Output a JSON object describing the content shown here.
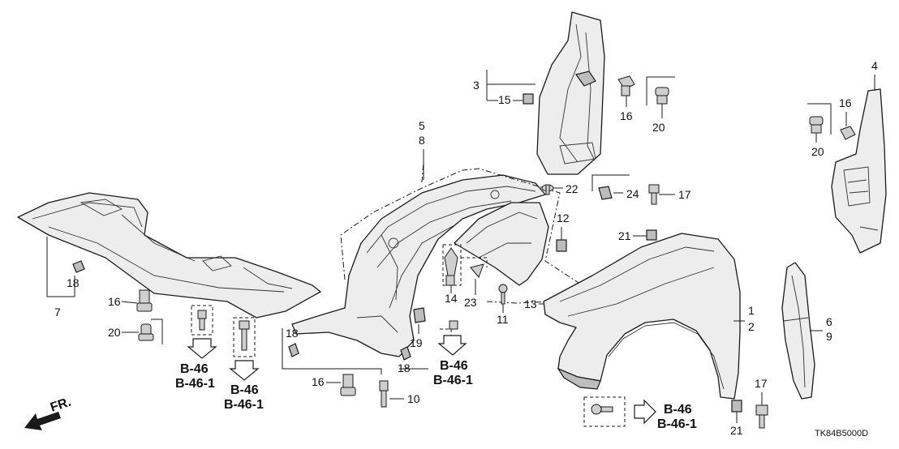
{
  "diagram_code": "TK84B5000D",
  "front_label": "FR.",
  "callouts": {
    "c1": "1",
    "c2": "2",
    "c3": "3",
    "c4": "4",
    "c5": "5",
    "c6": "6",
    "c7": "7",
    "c8": "8",
    "c9": "9",
    "c10": "10",
    "c11": "11",
    "c12": "12",
    "c13": "13",
    "c14": "14",
    "c15": "15",
    "c16": "16",
    "c17": "17",
    "c18": "18",
    "c19": "19",
    "c20": "20",
    "c21": "21",
    "c22": "22",
    "c23": "23",
    "c24": "24"
  },
  "references": {
    "b46": "B-46",
    "b461": "B-46-1"
  },
  "colors": {
    "line": "#1a1a1a",
    "fill": "#ededed",
    "background": "#ffffff"
  }
}
